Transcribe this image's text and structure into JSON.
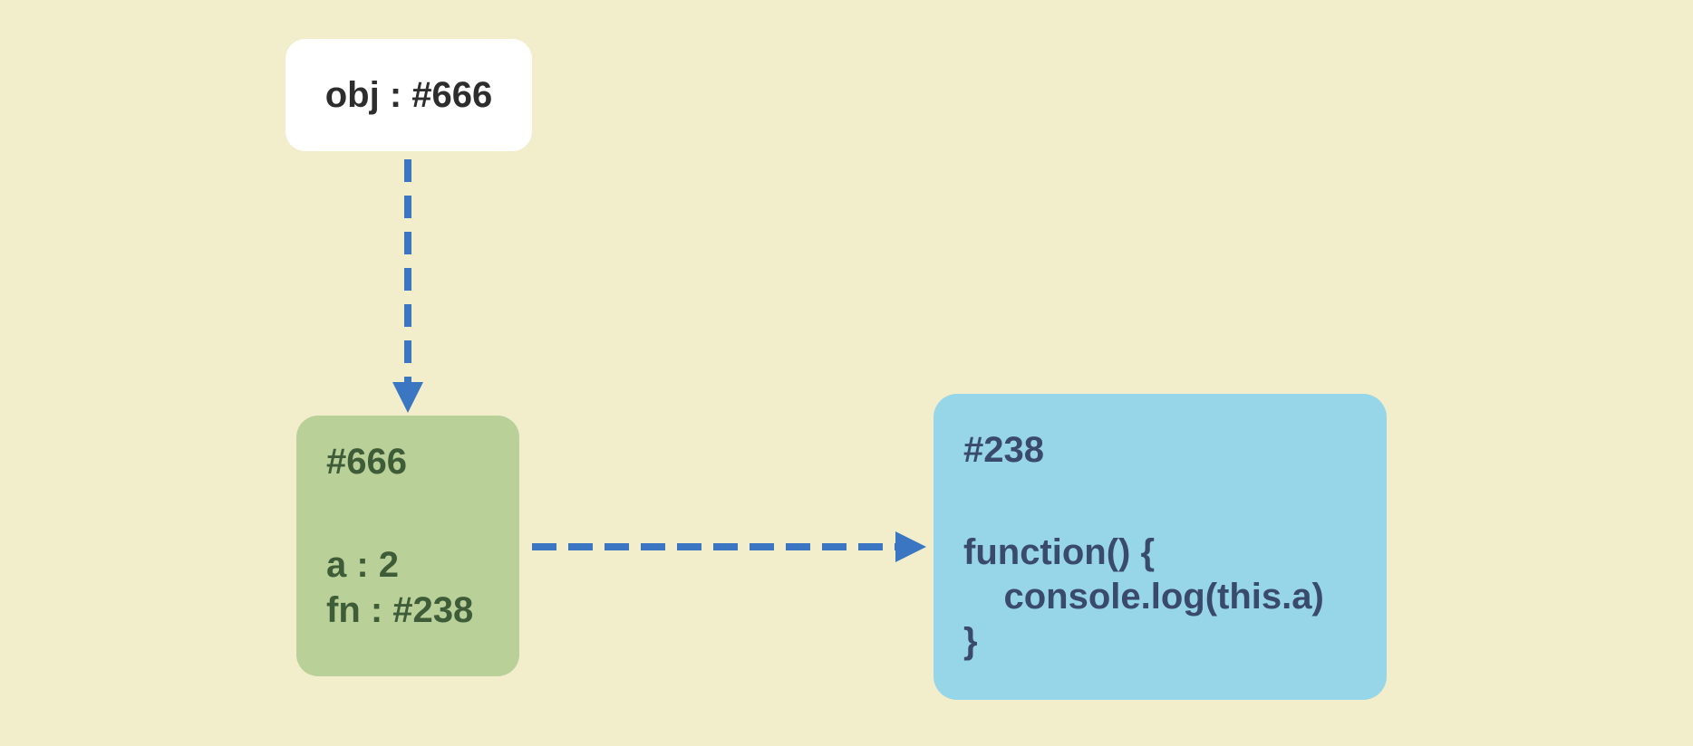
{
  "canvas": {
    "background": "#F2EDCB"
  },
  "colors": {
    "arrow": "#3B76C2",
    "ref_box_bg": "#FFFFFF",
    "ref_box_text": "#2D2D2D",
    "object_box_bg": "#B9D098",
    "object_box_text": "#3E5C38",
    "function_box_bg": "#97D6E8",
    "function_box_text": "#3A4A6B"
  },
  "nodes": {
    "obj_reference": {
      "label": "obj : #666"
    },
    "object_666": {
      "id": "#666",
      "properties": [
        "a : 2",
        "fn : #238"
      ]
    },
    "function_238": {
      "id": "#238",
      "code": [
        "function() {",
        "    console.log(this.a)",
        "}"
      ]
    }
  }
}
